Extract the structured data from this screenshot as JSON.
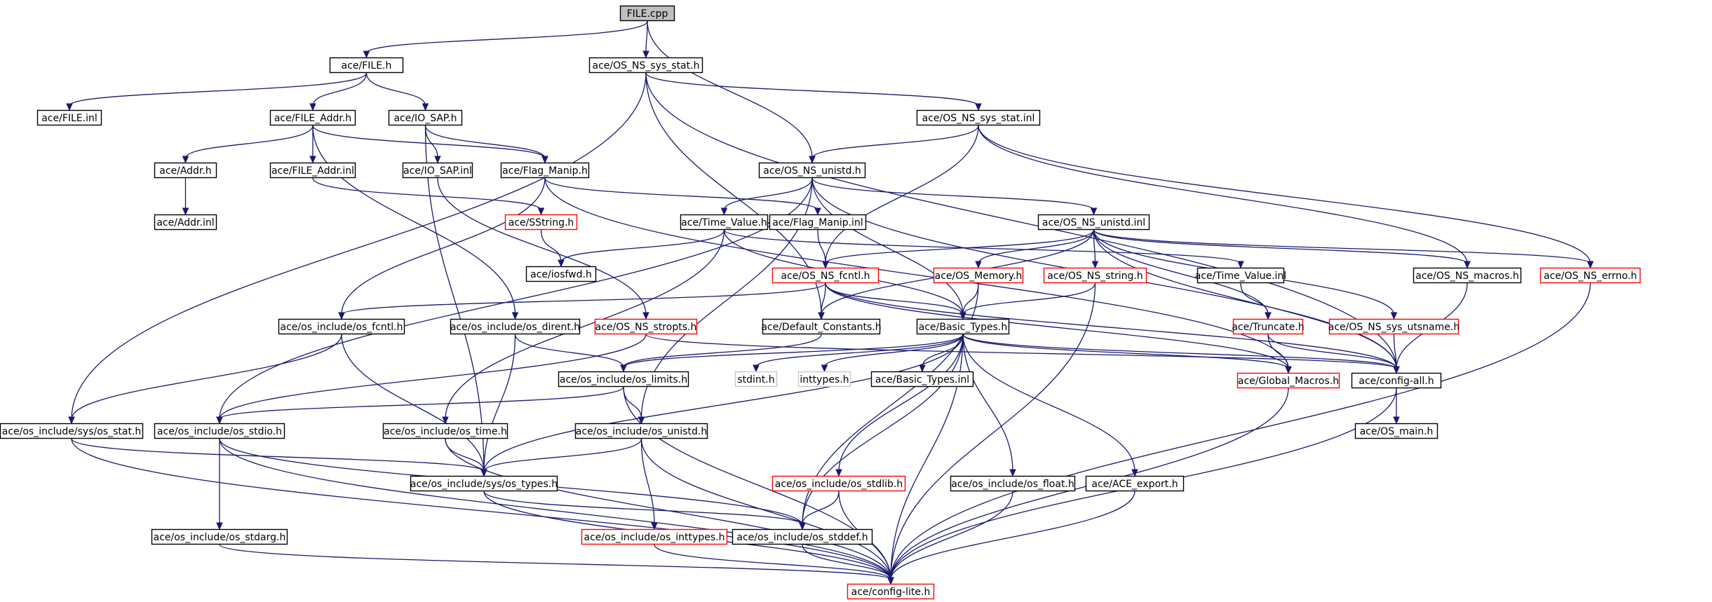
{
  "nodes": [
    {
      "id": "n0",
      "label": "FILE.cpp",
      "kind": "root"
    },
    {
      "id": "n1",
      "label": "ace/FILE.h",
      "kind": "normal"
    },
    {
      "id": "n2",
      "label": "ace/OS_NS_sys_stat.h",
      "kind": "normal"
    },
    {
      "id": "n3",
      "label": "ace/FILE.inl",
      "kind": "normal"
    },
    {
      "id": "n4",
      "label": "ace/FILE_Addr.h",
      "kind": "normal"
    },
    {
      "id": "n5",
      "label": "ace/IO_SAP.h",
      "kind": "normal"
    },
    {
      "id": "n6",
      "label": "ace/OS_NS_sys_stat.inl",
      "kind": "normal"
    },
    {
      "id": "n7",
      "label": "ace/Addr.h",
      "kind": "normal"
    },
    {
      "id": "n8",
      "label": "ace/FILE_Addr.inl",
      "kind": "normal"
    },
    {
      "id": "n9",
      "label": "ace/IO_SAP.inl",
      "kind": "normal"
    },
    {
      "id": "n10",
      "label": "ace/Flag_Manip.h",
      "kind": "normal"
    },
    {
      "id": "n11",
      "label": "ace/OS_NS_unistd.h",
      "kind": "normal"
    },
    {
      "id": "n12",
      "label": "ace/Addr.inl",
      "kind": "normal"
    },
    {
      "id": "n13",
      "label": "ace/SString.h",
      "kind": "red"
    },
    {
      "id": "n14",
      "label": "ace/Time_Value.h",
      "kind": "normal"
    },
    {
      "id": "n15",
      "label": "ace/Flag_Manip.inl",
      "kind": "normal"
    },
    {
      "id": "n16",
      "label": "ace/OS_NS_unistd.inl",
      "kind": "normal"
    },
    {
      "id": "n17",
      "label": "ace/iosfwd.h",
      "kind": "normal"
    },
    {
      "id": "n18",
      "label": "ace/OS_NS_fcntl.h",
      "kind": "red"
    },
    {
      "id": "n19",
      "label": "ace/OS_Memory.h",
      "kind": "red"
    },
    {
      "id": "n20",
      "label": "ace/OS_NS_string.h",
      "kind": "red"
    },
    {
      "id": "n21",
      "label": "ace/Time_Value.inl",
      "kind": "normal"
    },
    {
      "id": "n22",
      "label": "ace/OS_NS_macros.h",
      "kind": "normal"
    },
    {
      "id": "n23",
      "label": "ace/OS_NS_errno.h",
      "kind": "red"
    },
    {
      "id": "n24",
      "label": "ace/os_include/os_fcntl.h",
      "kind": "normal"
    },
    {
      "id": "n25",
      "label": "ace/os_include/os_dirent.h",
      "kind": "normal"
    },
    {
      "id": "n26",
      "label": "ace/OS_NS_stropts.h",
      "kind": "red"
    },
    {
      "id": "n27",
      "label": "ace/Default_Constants.h",
      "kind": "normal"
    },
    {
      "id": "n28",
      "label": "ace/Basic_Types.h",
      "kind": "normal"
    },
    {
      "id": "n29",
      "label": "ace/Truncate.h",
      "kind": "red"
    },
    {
      "id": "n30",
      "label": "ace/OS_NS_sys_utsname.h",
      "kind": "red"
    },
    {
      "id": "n31",
      "label": "ace/os_include/os_limits.h",
      "kind": "normal"
    },
    {
      "id": "n32",
      "label": "stdint.h",
      "kind": "grey"
    },
    {
      "id": "n33",
      "label": "inttypes.h",
      "kind": "grey"
    },
    {
      "id": "n34",
      "label": "ace/Basic_Types.inl",
      "kind": "normal"
    },
    {
      "id": "n35",
      "label": "ace/Global_Macros.h",
      "kind": "red"
    },
    {
      "id": "n36",
      "label": "ace/config-all.h",
      "kind": "normal"
    },
    {
      "id": "n37",
      "label": "ace/os_include/sys/os_stat.h",
      "kind": "normal"
    },
    {
      "id": "n38",
      "label": "ace/os_include/os_stdio.h",
      "kind": "normal"
    },
    {
      "id": "n39",
      "label": "ace/os_include/os_time.h",
      "kind": "normal"
    },
    {
      "id": "n40",
      "label": "ace/os_include/os_unistd.h",
      "kind": "normal"
    },
    {
      "id": "n41",
      "label": "ace/OS_main.h",
      "kind": "normal"
    },
    {
      "id": "n42",
      "label": "ace/os_include/sys/os_types.h",
      "kind": "normal"
    },
    {
      "id": "n43",
      "label": "ace/os_include/os_stdlib.h",
      "kind": "red"
    },
    {
      "id": "n44",
      "label": "ace/os_include/os_float.h",
      "kind": "normal"
    },
    {
      "id": "n45",
      "label": "ace/ACE_export.h",
      "kind": "normal"
    },
    {
      "id": "n46",
      "label": "ace/os_include/os_stdarg.h",
      "kind": "normal"
    },
    {
      "id": "n47",
      "label": "ace/os_include/os_inttypes.h",
      "kind": "red"
    },
    {
      "id": "n48",
      "label": "ace/os_include/os_stddef.h",
      "kind": "normal"
    },
    {
      "id": "n49",
      "label": "ace/config-lite.h",
      "kind": "red"
    }
  ],
  "edges": [
    [
      "n0",
      "n1"
    ],
    [
      "n0",
      "n2"
    ],
    [
      "n0",
      "n11"
    ],
    [
      "n1",
      "n3"
    ],
    [
      "n1",
      "n4"
    ],
    [
      "n1",
      "n5"
    ],
    [
      "n2",
      "n37"
    ],
    [
      "n2",
      "n27"
    ],
    [
      "n2",
      "n6"
    ],
    [
      "n2",
      "n36"
    ],
    [
      "n4",
      "n7"
    ],
    [
      "n4",
      "n8"
    ],
    [
      "n4",
      "n10"
    ],
    [
      "n4",
      "n25"
    ],
    [
      "n5",
      "n9"
    ],
    [
      "n5",
      "n10"
    ],
    [
      "n5",
      "n42"
    ],
    [
      "n6",
      "n11"
    ],
    [
      "n6",
      "n18"
    ],
    [
      "n6",
      "n22"
    ],
    [
      "n6",
      "n23"
    ],
    [
      "n7",
      "n12"
    ],
    [
      "n8",
      "n13"
    ],
    [
      "n9",
      "n26"
    ],
    [
      "n10",
      "n24"
    ],
    [
      "n10",
      "n15"
    ],
    [
      "n10",
      "n35"
    ],
    [
      "n11",
      "n14"
    ],
    [
      "n11",
      "n16"
    ],
    [
      "n11",
      "n38"
    ],
    [
      "n11",
      "n40"
    ],
    [
      "n11",
      "n28"
    ],
    [
      "n11",
      "n36"
    ],
    [
      "n13",
      "n17"
    ],
    [
      "n14",
      "n17"
    ],
    [
      "n14",
      "n21"
    ],
    [
      "n14",
      "n28"
    ],
    [
      "n14",
      "n39"
    ],
    [
      "n15",
      "n18"
    ],
    [
      "n16",
      "n18"
    ],
    [
      "n16",
      "n19"
    ],
    [
      "n16",
      "n20"
    ],
    [
      "n16",
      "n22"
    ],
    [
      "n16",
      "n23"
    ],
    [
      "n16",
      "n29"
    ],
    [
      "n16",
      "n30"
    ],
    [
      "n16",
      "n27"
    ],
    [
      "n16",
      "n36"
    ],
    [
      "n18",
      "n24"
    ],
    [
      "n18",
      "n27"
    ],
    [
      "n18",
      "n28"
    ],
    [
      "n18",
      "n35"
    ],
    [
      "n18",
      "n36"
    ],
    [
      "n19",
      "n28"
    ],
    [
      "n19",
      "n48"
    ],
    [
      "n20",
      "n28"
    ],
    [
      "n20",
      "n49"
    ],
    [
      "n21",
      "n29"
    ],
    [
      "n22",
      "n36"
    ],
    [
      "n23",
      "n49"
    ],
    [
      "n24",
      "n37"
    ],
    [
      "n24",
      "n42"
    ],
    [
      "n25",
      "n31"
    ],
    [
      "n25",
      "n42"
    ],
    [
      "n26",
      "n38"
    ],
    [
      "n26",
      "n36"
    ],
    [
      "n27",
      "n31"
    ],
    [
      "n28",
      "n31"
    ],
    [
      "n28",
      "n32"
    ],
    [
      "n28",
      "n33"
    ],
    [
      "n28",
      "n34"
    ],
    [
      "n28",
      "n35"
    ],
    [
      "n28",
      "n36"
    ],
    [
      "n28",
      "n42"
    ],
    [
      "n28",
      "n43"
    ],
    [
      "n28",
      "n44"
    ],
    [
      "n28",
      "n45"
    ],
    [
      "n28",
      "n48"
    ],
    [
      "n28",
      "n49"
    ],
    [
      "n29",
      "n35"
    ],
    [
      "n29",
      "n36"
    ],
    [
      "n30",
      "n36"
    ],
    [
      "n31",
      "n38"
    ],
    [
      "n31",
      "n40"
    ],
    [
      "n31",
      "n49"
    ],
    [
      "n35",
      "n49"
    ],
    [
      "n36",
      "n41"
    ],
    [
      "n36",
      "n49"
    ],
    [
      "n37",
      "n42"
    ],
    [
      "n37",
      "n49"
    ],
    [
      "n38",
      "n46"
    ],
    [
      "n38",
      "n48"
    ],
    [
      "n38",
      "n49"
    ],
    [
      "n39",
      "n42"
    ],
    [
      "n39",
      "n49"
    ],
    [
      "n40",
      "n42"
    ],
    [
      "n40",
      "n47"
    ],
    [
      "n40",
      "n49"
    ],
    [
      "n42",
      "n48"
    ],
    [
      "n42",
      "n49"
    ],
    [
      "n43",
      "n48"
    ],
    [
      "n43",
      "n49"
    ],
    [
      "n44",
      "n49"
    ],
    [
      "n45",
      "n49"
    ],
    [
      "n46",
      "n49"
    ],
    [
      "n47",
      "n49"
    ],
    [
      "n48",
      "n49"
    ]
  ]
}
